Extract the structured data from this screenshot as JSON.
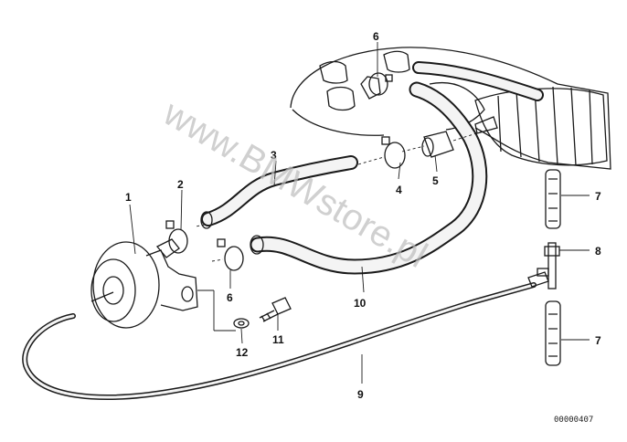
{
  "watermark": "www.BMWstore.pl",
  "reference_code": "00000407",
  "callouts": [
    "1",
    "2",
    "3",
    "4",
    "5",
    "6",
    "6",
    "7",
    "7",
    "8",
    "9",
    "10",
    "11",
    "12"
  ]
}
